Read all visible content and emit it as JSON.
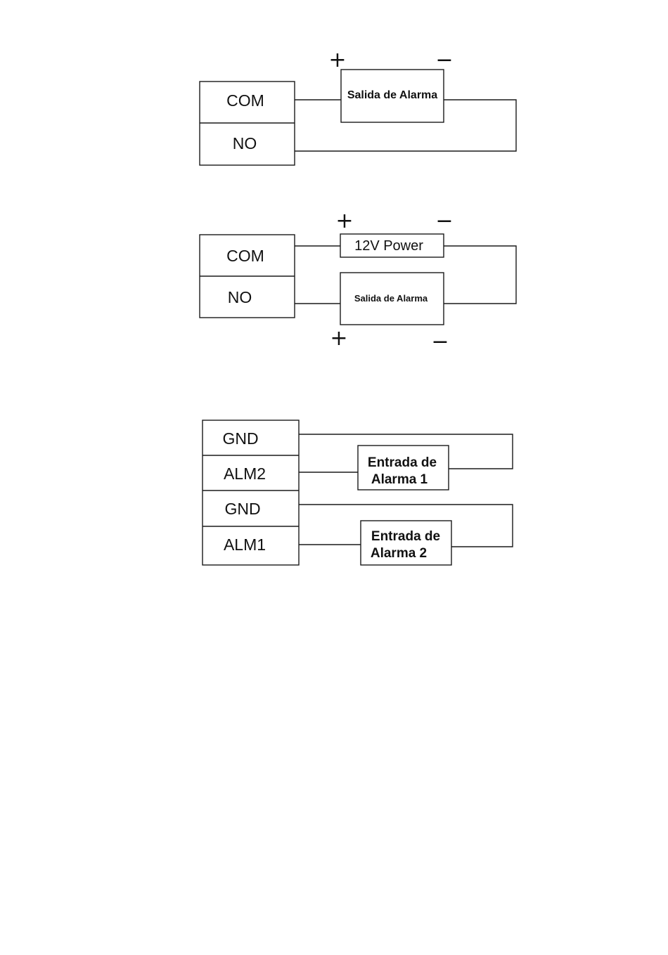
{
  "diagram1": {
    "terminals": [
      "COM",
      "NO"
    ],
    "device_label": "Salida de Alarma",
    "plus": "+",
    "minus": "−"
  },
  "diagram2": {
    "terminals": [
      "COM",
      "NO"
    ],
    "power_label": "12V Power",
    "device_label": "Salida de Alarma",
    "power_plus": "+",
    "power_minus": "−",
    "device_plus": "+",
    "device_minus": "−"
  },
  "diagram3": {
    "terminals": [
      "GND",
      "ALM2",
      "GND",
      "ALM1"
    ],
    "input1": [
      "Entrada de",
      "Alarma 1"
    ],
    "input2": [
      "Entrada de",
      "Alarma 2"
    ]
  }
}
